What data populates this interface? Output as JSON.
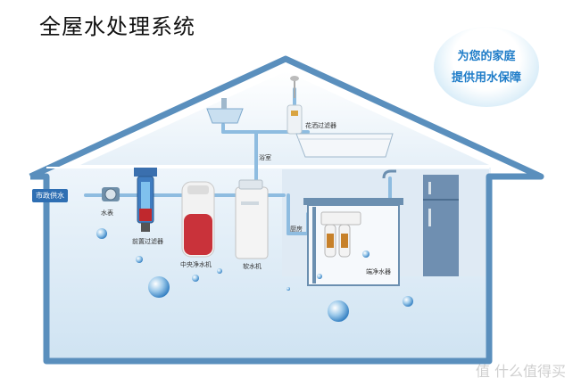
{
  "title": "全屋水处理系统",
  "badge": {
    "line1": "为您的家庭",
    "line2": "提供用水保障"
  },
  "labels": {
    "city_water": "市政供水",
    "water_meter": "水表",
    "pre_filter": "前置过滤器",
    "central_purifier": "中央净水机",
    "softener": "软水机",
    "bathroom": "浴室",
    "shower_filter": "花洒过滤器",
    "kitchen": "厨房",
    "terminal_purifier": "端净水器"
  },
  "watermark": "值 什么值得买",
  "colors": {
    "house": "#5a8fbd",
    "pipe": "#8ebce0",
    "tag": "#2f6fb3",
    "badge_text": "#1e7cc8"
  }
}
